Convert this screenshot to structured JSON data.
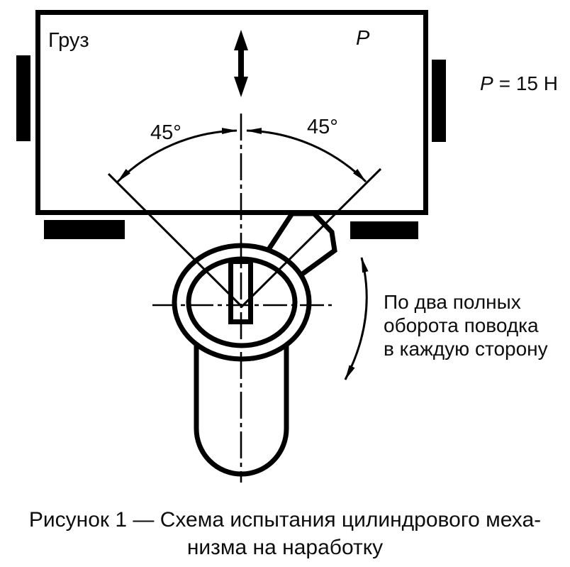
{
  "figure": {
    "labels": {
      "load": "Груз",
      "force_symbol": "P",
      "force_value_rest": "= 15 Н",
      "angle_left": "45°",
      "angle_right": "45°"
    },
    "rotation_note": {
      "line1": "По два полных",
      "line2": "оборота поводка",
      "line3": "в каждую сторону"
    },
    "caption": {
      "line1": "Рисунок 1 — Схема испытания цилиндрового меха-",
      "line2": "низма на наработку"
    },
    "colors": {
      "ink": "#000000",
      "paper": "#ffffff"
    }
  }
}
